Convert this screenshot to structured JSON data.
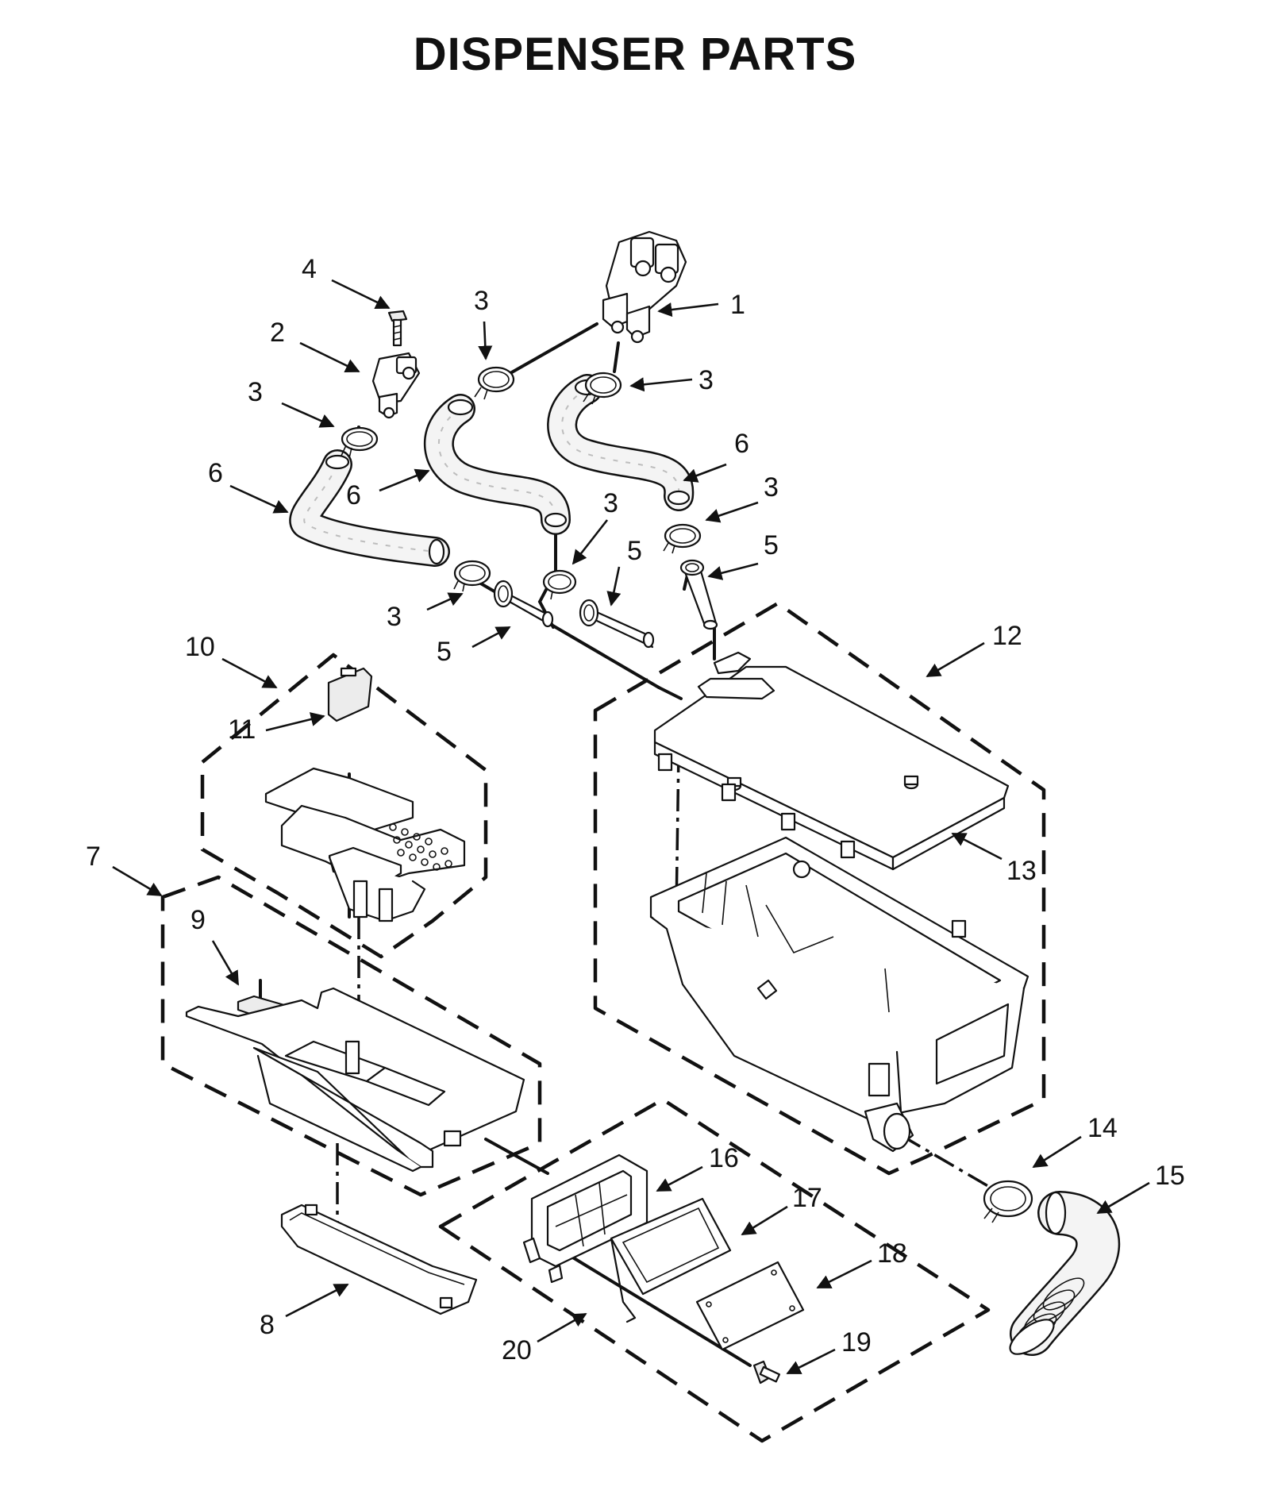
{
  "title": "DISPENSER PARTS",
  "callouts": [
    {
      "id": "c1",
      "label": "1"
    },
    {
      "id": "c2",
      "label": "2"
    },
    {
      "id": "c3a",
      "label": "3"
    },
    {
      "id": "c3b",
      "label": "3"
    },
    {
      "id": "c3c",
      "label": "3"
    },
    {
      "id": "c3d",
      "label": "3"
    },
    {
      "id": "c3e",
      "label": "3"
    },
    {
      "id": "c3f",
      "label": "3"
    },
    {
      "id": "c4",
      "label": "4"
    },
    {
      "id": "c5a",
      "label": "5"
    },
    {
      "id": "c5b",
      "label": "5"
    },
    {
      "id": "c5c",
      "label": "5"
    },
    {
      "id": "c6a",
      "label": "6"
    },
    {
      "id": "c6b",
      "label": "6"
    },
    {
      "id": "c6c",
      "label": "6"
    },
    {
      "id": "c7",
      "label": "7"
    },
    {
      "id": "c8",
      "label": "8"
    },
    {
      "id": "c9",
      "label": "9"
    },
    {
      "id": "c10",
      "label": "10"
    },
    {
      "id": "c11",
      "label": "11"
    },
    {
      "id": "c12",
      "label": "12"
    },
    {
      "id": "c13",
      "label": "13"
    },
    {
      "id": "c14",
      "label": "14"
    },
    {
      "id": "c15",
      "label": "15"
    },
    {
      "id": "c16",
      "label": "16"
    },
    {
      "id": "c17",
      "label": "17"
    },
    {
      "id": "c18",
      "label": "18"
    },
    {
      "id": "c19",
      "label": "19"
    },
    {
      "id": "c20",
      "label": "20"
    }
  ]
}
